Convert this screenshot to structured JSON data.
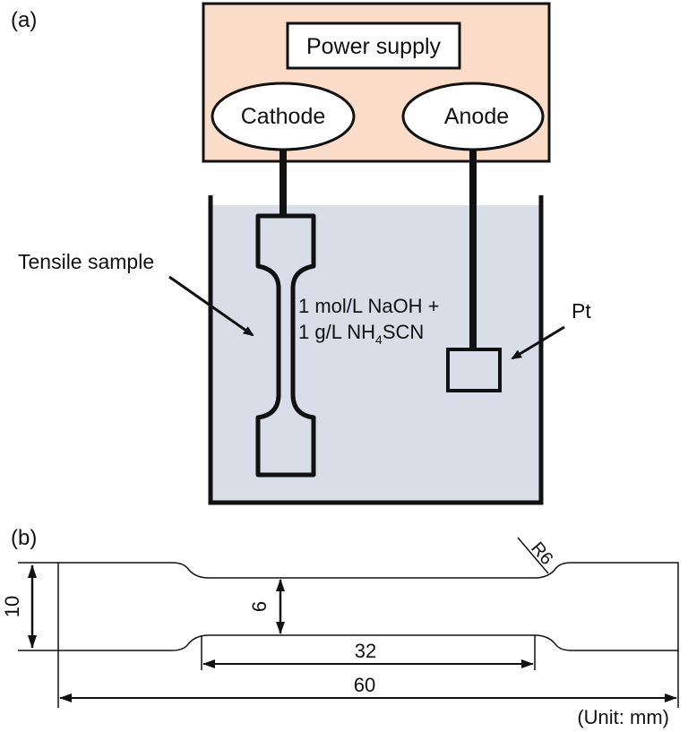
{
  "panel_a": {
    "label": "(a)",
    "power_supply": "Power supply",
    "cathode": "Cathode",
    "anode": "Anode",
    "tensile_sample": "Tensile sample",
    "solution_line1": "1 mol/L NaOH +",
    "solution_line2_prefix": "1 g/L NH",
    "solution_line2_sub": "4",
    "solution_line2_suffix": "SCN",
    "pt": "Pt"
  },
  "panel_b": {
    "label": "(b)",
    "radius": "R6",
    "width": "10",
    "gauge_width": "6",
    "gauge_length": "32",
    "total_length": "60",
    "unit": "(Unit: mm)"
  },
  "colors": {
    "power_box_fill": "#fbdcc8",
    "solution_fill": "#d8dde8",
    "line": "#111111"
  }
}
